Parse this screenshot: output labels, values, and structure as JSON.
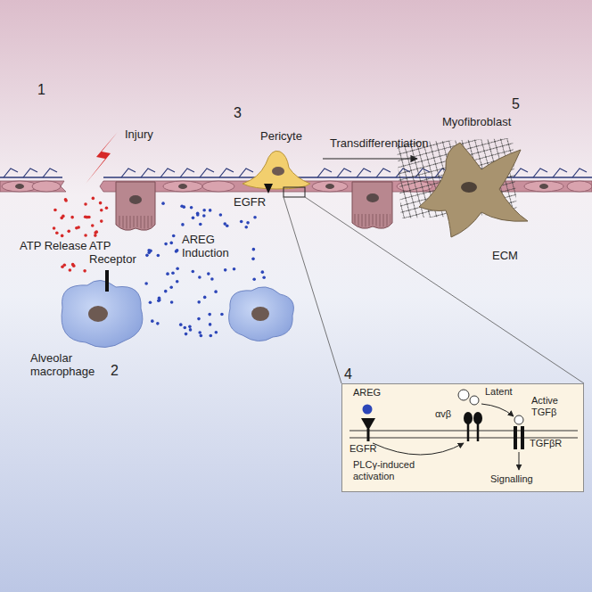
{
  "diagram": {
    "nodes": [
      {
        "text": [
          "4",
          "AREG",
          "EGFR",
          "Latent",
          "αvβ",
          "Active TGFβ",
          "TGFβR",
          "PLCγ-induced activation",
          "Signalling"
        ]
      }
    ],
    "labels": [
      "1",
      "Injury",
      "ATP Release",
      "ATP Receptor",
      "Alveolar macrophage",
      "2",
      "AREG Induction",
      "3",
      "Pericyte",
      "EGFR",
      "Transdifferentiation",
      "5",
      "Myofibroblast",
      "ECM"
    ]
  }
}
